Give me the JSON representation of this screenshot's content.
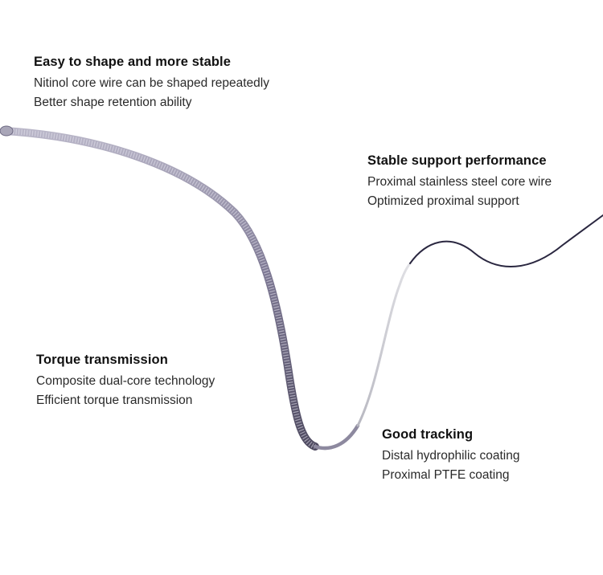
{
  "features": [
    {
      "title": "Easy to shape and more stable",
      "lines": [
        "Nitinol core wire can be shaped repeatedly",
        "Better shape retention ability"
      ]
    },
    {
      "title": "Stable support performance",
      "lines": [
        "Proximal stainless steel core wire",
        "Optimized proximal support"
      ]
    },
    {
      "title": "Torque transmission",
      "lines": [
        "Composite dual-core technology",
        "Efficient torque transmission"
      ]
    },
    {
      "title": "Good tracking",
      "lines": [
        "Distal hydrophilic coating",
        "Proximal PTFE coating"
      ]
    }
  ],
  "colors": {
    "background": "#ffffff",
    "coil": "#8a86a0",
    "coil_dark": "#5d596f",
    "silver": "#c9c9cf",
    "proximal_wire": "#2a2740"
  }
}
